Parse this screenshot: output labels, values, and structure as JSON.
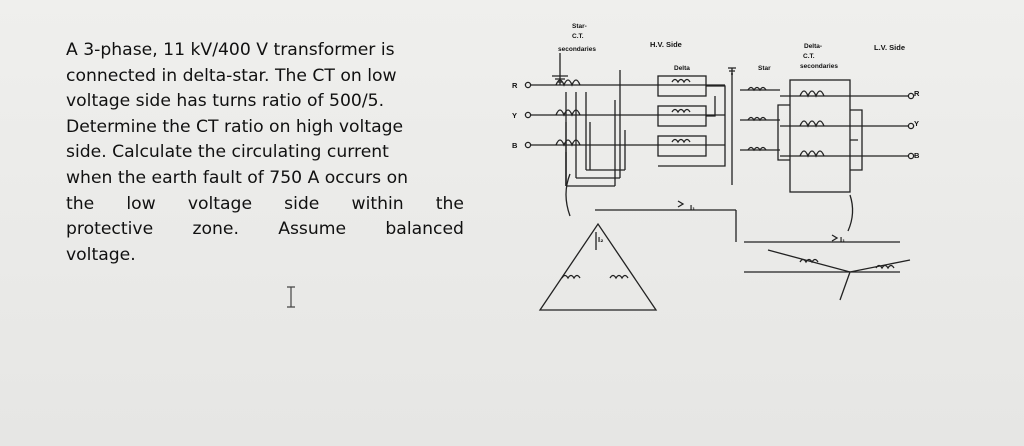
{
  "problem": {
    "lines": [
      "A 3-phase, 11 kV/400 V transformer is",
      "connected in delta-star. The CT on low",
      "voltage side has turns ratio of 500/5.",
      "Determine the CT ratio on high voltage",
      "side. Calculate the circulating current",
      "when the earth fault of 750 A occurs on",
      [
        "the",
        "low",
        "voltage",
        "side",
        "within",
        "the"
      ],
      [
        "protective",
        "zone.",
        "Assume",
        "balanced"
      ],
      "voltage."
    ]
  },
  "diagram": {
    "labels": {
      "star": "Star-",
      "ct": "C.T.",
      "secondaries": "secondaries",
      "hv_side": "H.V. Side",
      "delta_ct": "Delta-",
      "delta_ct2": "C.T.",
      "delta_secondaries": "secondaries",
      "lv_side": "L.V. Side",
      "delta": "Delta",
      "star_winding": "Star",
      "phase_r_left": "R",
      "phase_y_left": "Y",
      "phase_b_left": "B",
      "phase_r_right": "R",
      "phase_y_right": "Y",
      "phase_b_right": "B",
      "current_i1": "I₁",
      "current_i1_arrow": "I₁",
      "current_ip": "I₂",
      "current_i1_right": "I₁"
    }
  },
  "icons": {
    "cursor": "text-cursor-icon"
  }
}
